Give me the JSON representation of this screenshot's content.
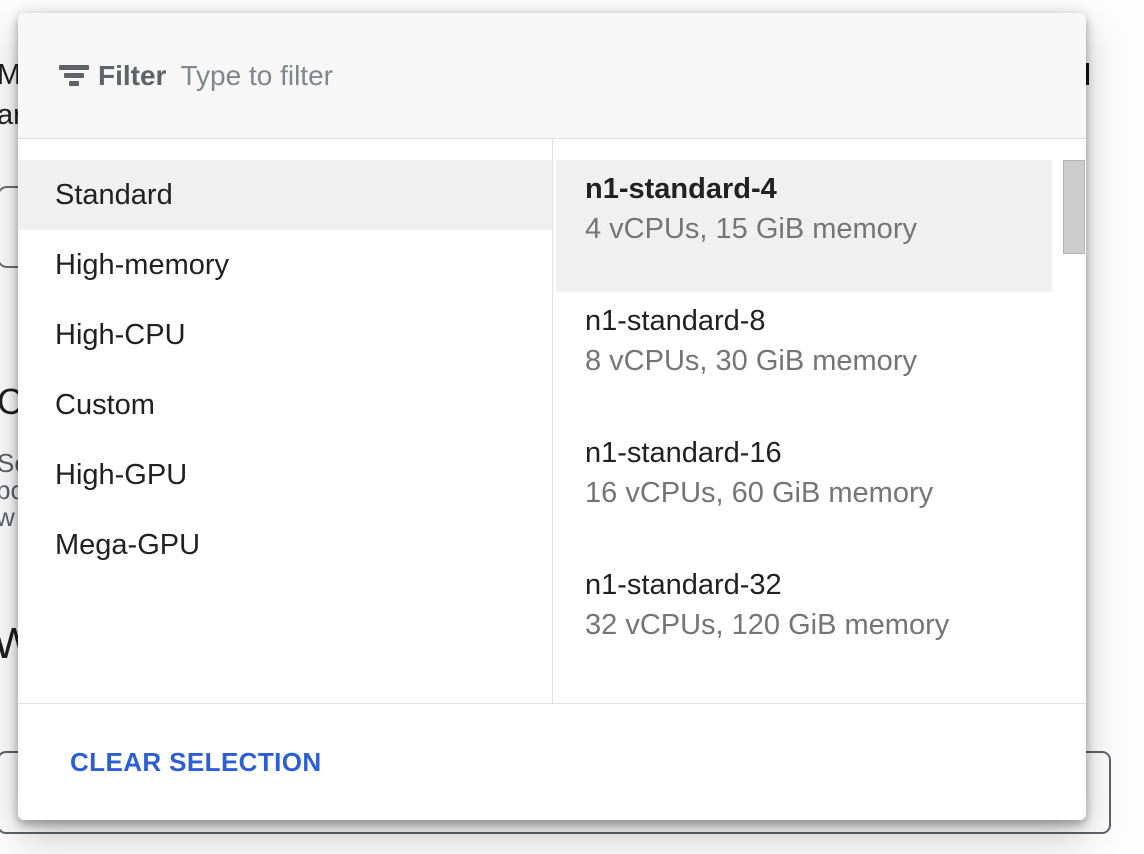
{
  "filter_bar": {
    "label": "Filter",
    "placeholder": "Type to filter"
  },
  "categories": [
    {
      "label": "Standard",
      "selected": true
    },
    {
      "label": "High-memory"
    },
    {
      "label": "High-CPU"
    },
    {
      "label": "Custom"
    },
    {
      "label": "High-GPU"
    },
    {
      "label": "Mega-GPU"
    }
  ],
  "machine_types": [
    {
      "name": "n1-standard-4",
      "specs": "4 vCPUs, 15 GiB memory",
      "selected": true
    },
    {
      "name": "n1-standard-8",
      "specs": "8 vCPUs, 30 GiB memory"
    },
    {
      "name": "n1-standard-16",
      "specs": "16 vCPUs, 60 GiB memory"
    },
    {
      "name": "n1-standard-32",
      "specs": "32 vCPUs, 120 GiB memory"
    }
  ],
  "footer": {
    "clear_button": "CLEAR SELECTION"
  },
  "background_fragments": {
    "m": "M",
    "ar": "ar",
    "c": "C",
    "se": "Se",
    "po": "po",
    "w": "w",
    "w_large": "W"
  },
  "colors": {
    "accent_blue": "#2c5ed6",
    "header_bg": "#f7f7f7",
    "highlight": "#f0f0f0",
    "divider": "#e2e2e2",
    "text_primary": "#212121",
    "text_secondary": "#757575",
    "filter_label": "#5f6368",
    "scrollbar_thumb": "#cdcdcd"
  }
}
